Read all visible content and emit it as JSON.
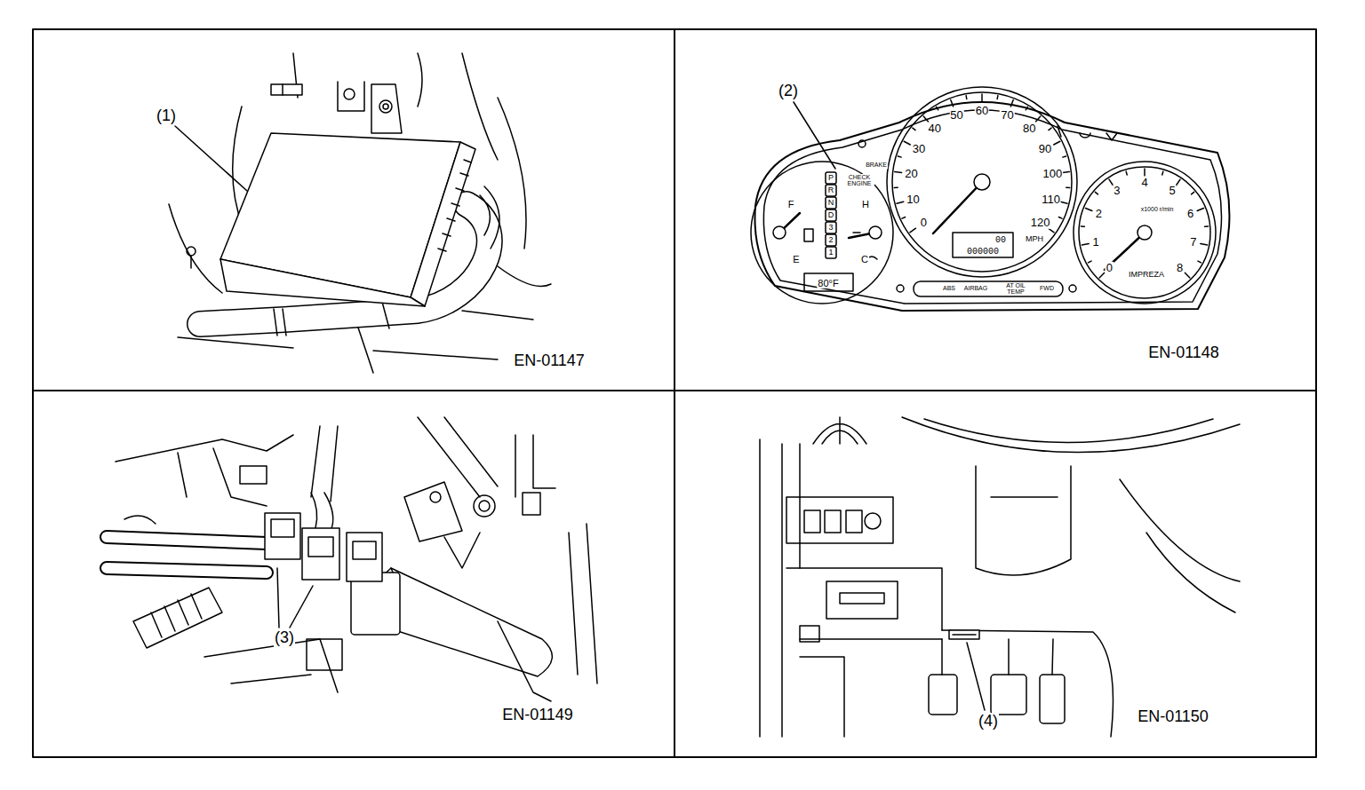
{
  "diagram": {
    "labels": [
      "(1)",
      "EN-01147",
      "(2)",
      "CHECK ENGINE",
      "0",
      "10",
      "20",
      "30",
      "40",
      "50",
      "60",
      "70",
      "80",
      "90",
      "100",
      "110",
      "120",
      "MPH",
      "00",
      "000000",
      "0",
      "1",
      "2",
      "3",
      "4",
      "5",
      "6",
      "7",
      "8",
      "x1000 r/min",
      "IMPREZA",
      "F",
      "E",
      "H",
      "C",
      "P",
      "R",
      "N",
      "D",
      "3",
      "2",
      "1",
      "BRAKE",
      "80°F",
      "ABS",
      "AIRBAG",
      "AT OIL TEMP",
      "FWD",
      "EN-01148",
      "(3)",
      "EN-01149",
      "(4)",
      "EN-01150"
    ]
  }
}
